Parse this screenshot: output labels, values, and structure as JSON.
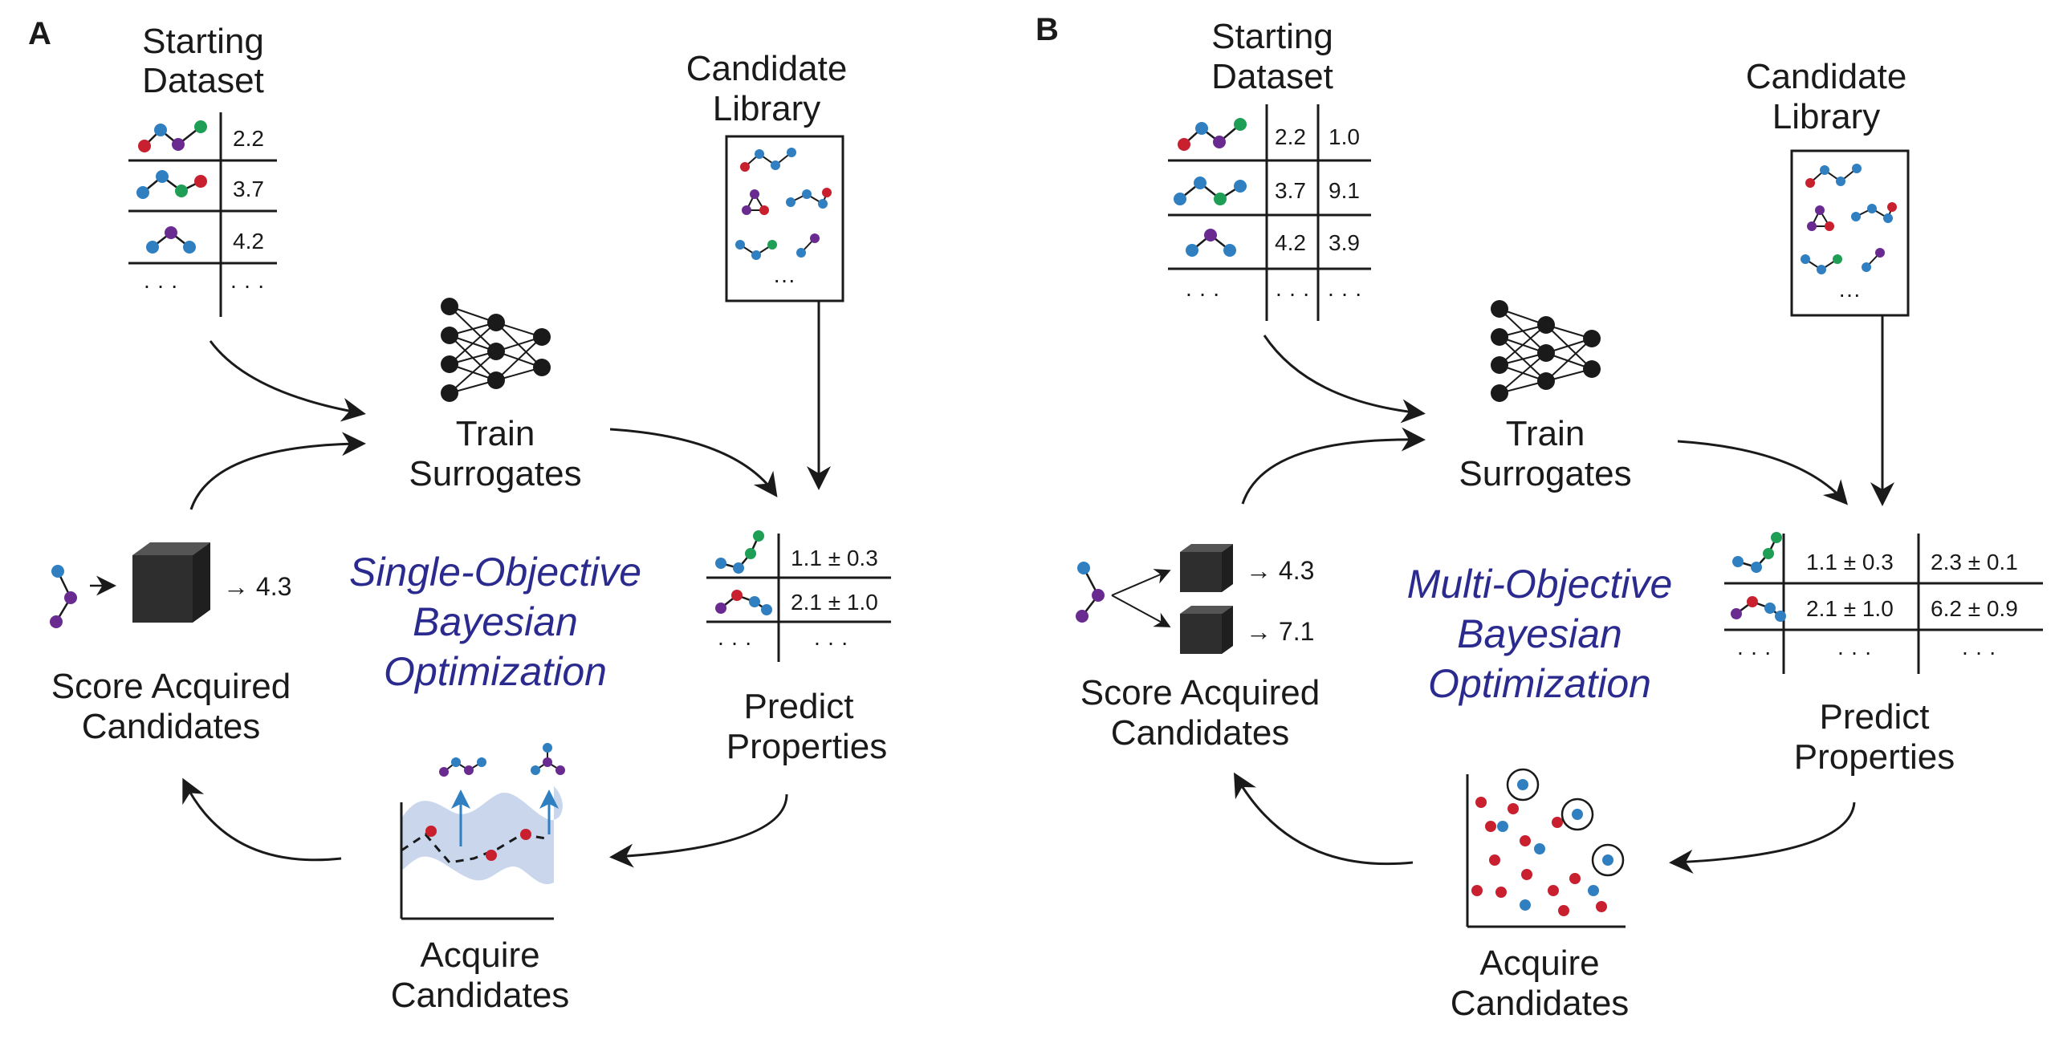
{
  "colors": {
    "blue": "#2f7fc1",
    "red": "#c8202f",
    "green": "#1f9e55",
    "purple": "#6a2b91",
    "title": "#2b2b8f",
    "band": "#c9d6ec",
    "cube": "#2e2e2e"
  },
  "panel_a": {
    "label": "A",
    "starting_dataset": [
      "Starting",
      "Dataset"
    ],
    "dataset_values": [
      "2.2",
      "3.7",
      "4.2"
    ],
    "ellipsis": "· · ·",
    "candidate_library": [
      "Candidate",
      "Library"
    ],
    "library_ellipsis": "···",
    "train": [
      "Train",
      "Surrogates"
    ],
    "predict": [
      "Predict",
      "Properties"
    ],
    "prediction_values": [
      "1.1 ± 0.3",
      "2.1 ± 1.0"
    ],
    "acquire": [
      "Acquire",
      "Candidates"
    ],
    "score": [
      "Score Acquired",
      "Candidates"
    ],
    "score_value": "→ 4.3",
    "center_title": [
      "Single-Objective",
      "Bayesian",
      "Optimization"
    ],
    "icons": [
      "neural-network-icon",
      "black-box-cube-icon",
      "molecule-icon",
      "acquisition-plot-icon"
    ]
  },
  "panel_b": {
    "label": "B",
    "starting_dataset": [
      "Starting",
      "Dataset"
    ],
    "dataset_values": [
      [
        "2.2",
        "1.0"
      ],
      [
        "3.7",
        "9.1"
      ],
      [
        "4.2",
        "3.9"
      ]
    ],
    "ellipsis": "· · ·",
    "candidate_library": [
      "Candidate",
      "Library"
    ],
    "library_ellipsis": "···",
    "train": [
      "Train",
      "Surrogates"
    ],
    "predict": [
      "Predict",
      "Properties"
    ],
    "prediction_values": [
      [
        "1.1 ± 0.3",
        "2.3 ± 0.1"
      ],
      [
        "2.1 ± 1.0",
        "6.2 ± 0.9"
      ]
    ],
    "acquire": [
      "Acquire",
      "Candidates"
    ],
    "score": [
      "Score Acquired",
      "Candidates"
    ],
    "score_values": [
      "→ 4.3",
      "→ 7.1"
    ],
    "center_title": [
      "Multi-Objective",
      "Bayesian",
      "Optimization"
    ],
    "icons": [
      "neural-network-icon",
      "black-box-cube-icon",
      "molecule-icon",
      "pareto-scatter-icon"
    ]
  }
}
